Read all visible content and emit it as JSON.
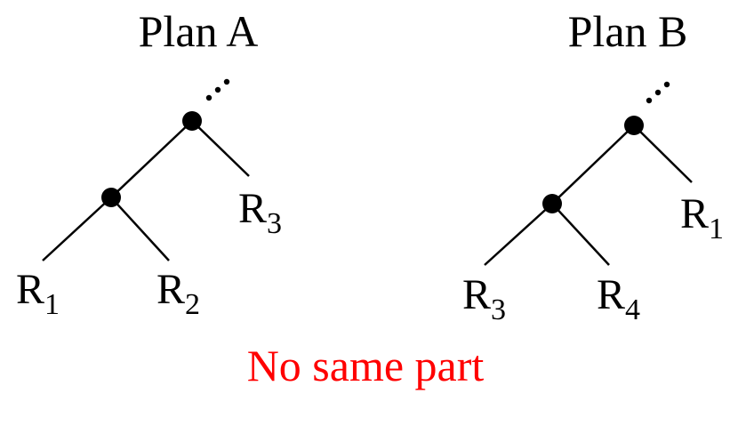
{
  "plans": [
    {
      "title": "Plan A",
      "leaves": [
        {
          "base": "R",
          "sub": "1"
        },
        {
          "base": "R",
          "sub": "2"
        },
        {
          "base": "R",
          "sub": "3"
        }
      ]
    },
    {
      "title": "Plan B",
      "leaves": [
        {
          "base": "R",
          "sub": "3"
        },
        {
          "base": "R",
          "sub": "4"
        },
        {
          "base": "R",
          "sub": "1"
        }
      ]
    }
  ],
  "caption": {
    "text": "No same part",
    "color": "#ff0000"
  }
}
